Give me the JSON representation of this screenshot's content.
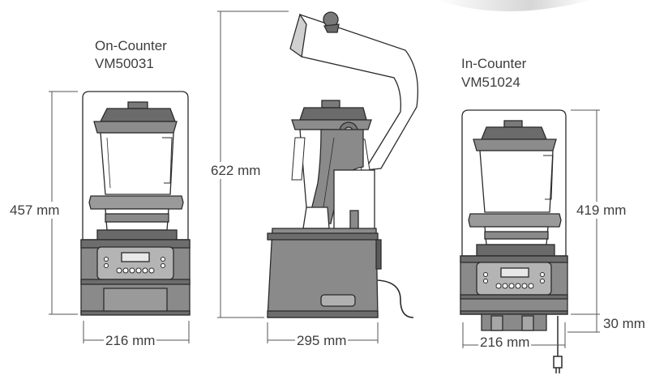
{
  "models": {
    "on_counter": {
      "name": "On-Counter",
      "model": "VM50031",
      "height": "457 mm",
      "width": "216 mm"
    },
    "side": {
      "height": "622 mm",
      "depth": "295 mm"
    },
    "in_counter": {
      "name": "In-Counter",
      "model": "VM51024",
      "height": "419 mm",
      "width": "216 mm",
      "depth_below": "30 mm"
    }
  },
  "display": {
    "keypad_buttons": 6
  },
  "colors": {
    "outline": "#2b2b2b",
    "dark": "#5a5a5a",
    "mid": "#8a8a8a",
    "light": "#dcdcdc",
    "lines": "#555555"
  }
}
